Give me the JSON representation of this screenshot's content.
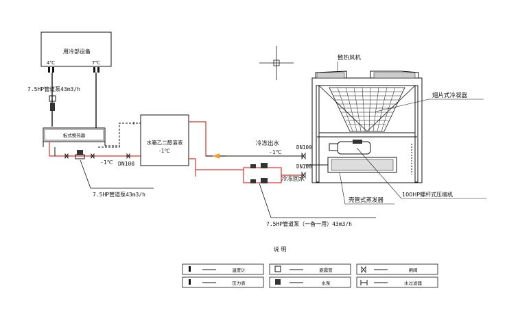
{
  "labels": {
    "user_equipment": "用冷部设备",
    "temp_4c": "4℃",
    "temp_7c": "7℃",
    "pump_top": "7.5HP管道泵43m3/h",
    "plate_hx": "板式换热器",
    "tank": "水箱乙二醇溶液",
    "tank_temp": "-1℃",
    "temp_minus1_left": "-1℃",
    "dn100_left": "DN100",
    "pump_bottom": "7.5HP管道泵43m3/h",
    "cold_out": "冷冻出水",
    "cold_out_temp": "-1℃",
    "dn100_out": "DN100",
    "dn100_return": "DN100",
    "cold_return": "冷冻回水",
    "pump_right": "7.5HP管道泵（一备一用）43m3/h",
    "fan": "散热风机",
    "fin_condenser": "翅片式冷凝器",
    "compressor": "100HP螺杆式压缩机",
    "evaporator": "壳管式蒸发器"
  },
  "legend": {
    "title": "说 明",
    "items": [
      {
        "icon": "thermometer-icon",
        "label": "温度计"
      },
      {
        "icon": "flexible-joint-icon",
        "label": "避震管"
      },
      {
        "icon": "gate-valve-icon",
        "label": "闸阀"
      },
      {
        "icon": "pressure-gauge-icon",
        "label": "压力表"
      },
      {
        "icon": "pump-icon",
        "label": "水泵"
      },
      {
        "icon": "filter-icon",
        "label": "水过滤器"
      }
    ]
  },
  "colors": {
    "supply_line": "#e0302a",
    "flow_arrow": "#f0a030",
    "line": "#111111"
  }
}
